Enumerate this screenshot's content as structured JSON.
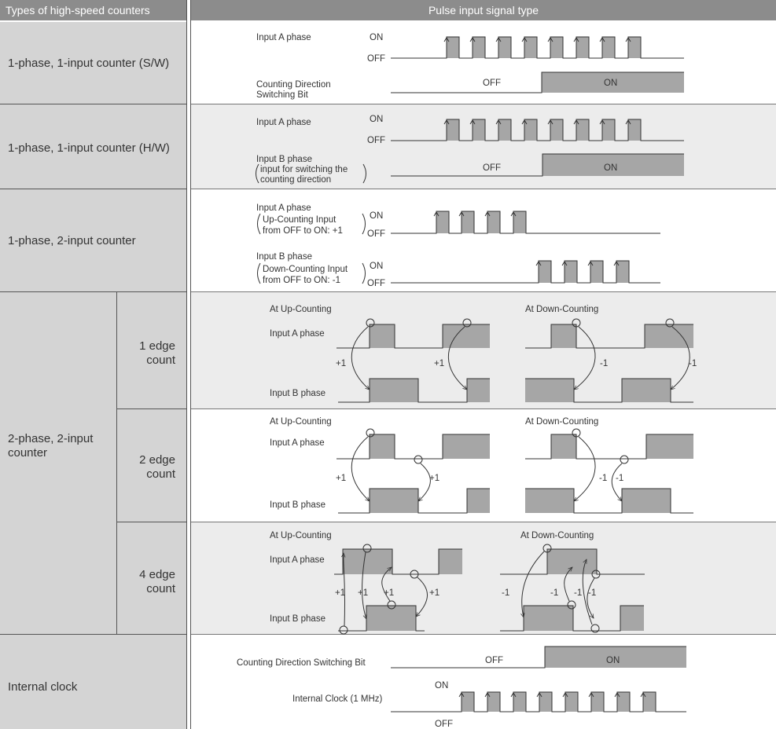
{
  "header": {
    "col1": "Types of high-speed counters",
    "col2": "Pulse input signal type"
  },
  "rows": {
    "sw": {
      "label": "1-phase, 1-input counter (S/W)",
      "sig1": "Input A phase",
      "sig2a": "Counting Direction",
      "sig2b": "Switching Bit"
    },
    "hw": {
      "label": "1-phase, 1-input counter (H/W)",
      "sig1": "Input A phase",
      "sig2a": "Input B phase",
      "sig2b": "input for switching the",
      "sig2c": "counting direction"
    },
    "twoin": {
      "label": "1-phase, 2-input counter",
      "a1": "Input A phase",
      "a2": "Up-Counting Input",
      "a3": "from OFF to ON: +1",
      "b1": "Input B phase",
      "b2": "Down-Counting Input",
      "b3": "from OFF to ON: -1"
    },
    "twophase": {
      "label1": "2-phase, 2-input",
      "label2": "counter",
      "e1": {
        "l1": "1 edge",
        "l2": "count"
      },
      "e2": {
        "l1": "2 edge",
        "l2": "count"
      },
      "e4": {
        "l1": "4 edge",
        "l2": "count"
      }
    },
    "clock": {
      "label": "Internal clock",
      "sig1": "Counting Direction Switching Bit",
      "sig2": "Internal Clock (1 MHz)"
    }
  },
  "levels": {
    "on": "ON",
    "off": "OFF"
  },
  "common": {
    "up": "At Up-Counting",
    "down": "At Down-Counting",
    "a": "Input A phase",
    "b": "Input B phase",
    "plus": "+1",
    "minus": "-1"
  },
  "colors": {
    "header": "#8c8c8c",
    "left": "#d4d4d4",
    "shade": "#ececec",
    "pulse": "#a6a6a6",
    "line": "#333333"
  }
}
